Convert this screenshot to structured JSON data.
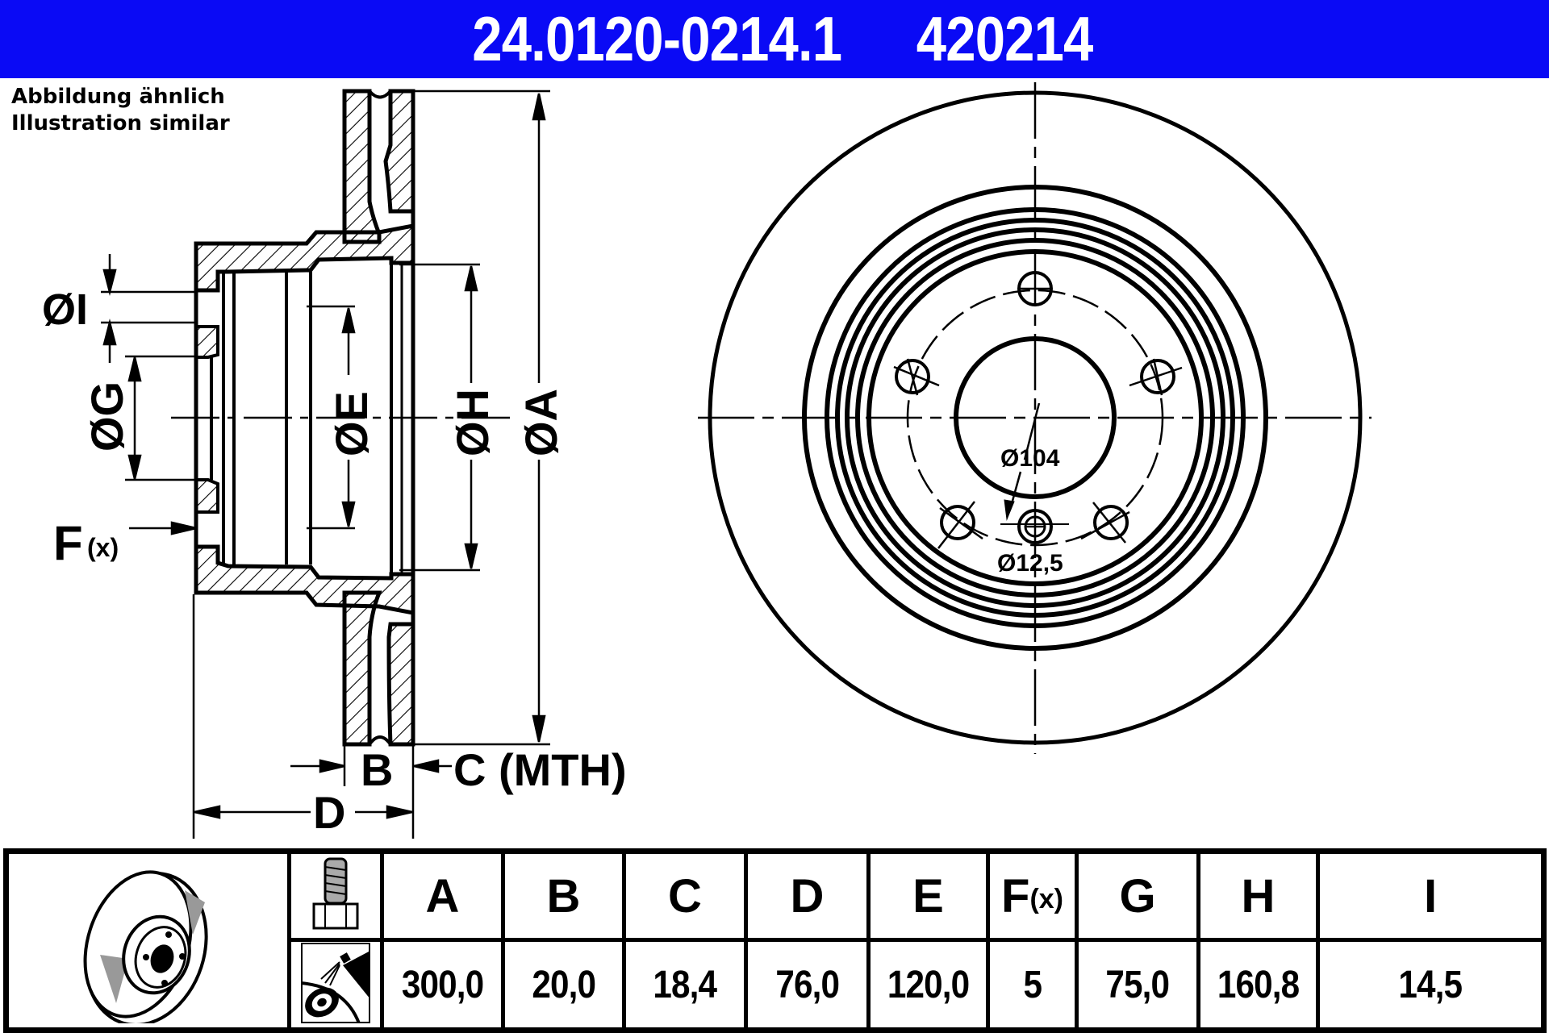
{
  "header": {
    "part_number": "24.0120-0214.1",
    "ref_number": "420214",
    "background_color": "#0a0af5"
  },
  "note": {
    "line1": "Abbildung ähnlich",
    "line2": "Illustration similar"
  },
  "cross_section": {
    "labels": {
      "dia_i": "ØI",
      "dia_g": "ØG",
      "dia_e": "ØE",
      "dia_h": "ØH",
      "dia_a": "ØA",
      "f": "F",
      "f_suffix": "(x)",
      "b": "B",
      "c_mth": "C (MTH)",
      "d": "D"
    }
  },
  "front_view": {
    "pcd_label": "Ø104",
    "hole_label": "Ø12,5",
    "bolt_holes": 5
  },
  "spec_table": {
    "icons": [
      "brake-disc-icon",
      "bolt-icon",
      "cleaning-spray-icon"
    ],
    "columns": [
      {
        "key": "A",
        "header": "A",
        "value": "300,0"
      },
      {
        "key": "B",
        "header": "B",
        "value": "20,0"
      },
      {
        "key": "C",
        "header": "C",
        "value": "18,4"
      },
      {
        "key": "D",
        "header": "D",
        "value": "76,0"
      },
      {
        "key": "E",
        "header": "E",
        "value": "120,0"
      },
      {
        "key": "F",
        "header": "F",
        "header_suffix": "(x)",
        "value": "5"
      },
      {
        "key": "G",
        "header": "G",
        "value": "75,0"
      },
      {
        "key": "H",
        "header": "H",
        "value": "160,8"
      },
      {
        "key": "I",
        "header": "I",
        "value": "14,5"
      }
    ]
  }
}
